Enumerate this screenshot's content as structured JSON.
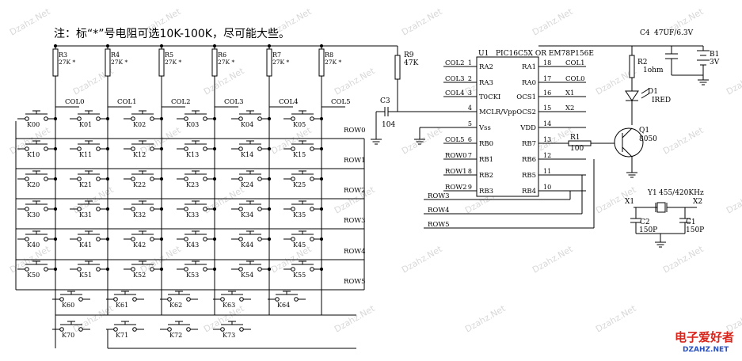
{
  "note": "注：标“*”号电阻可选10K-100K，尽可能大些。",
  "watermark": "Dzahz.Net",
  "logo": {
    "cn": "电子爱好者",
    "url": "DZAHZ.NET"
  },
  "colors": {
    "line": "#000000",
    "background": "#ffffff",
    "watermark": "#d8d8d8",
    "logo_red": "#d9261c",
    "logo_blue": "#2a52be"
  },
  "pullups": [
    {
      "ref": "R3",
      "value": "27K *",
      "col": "COL0"
    },
    {
      "ref": "R4",
      "value": "27K *",
      "col": "COL1"
    },
    {
      "ref": "R5",
      "value": "27K *",
      "col": "COL2"
    },
    {
      "ref": "R6",
      "value": "27K *",
      "col": "COL3"
    },
    {
      "ref": "R7",
      "value": "27K *",
      "col": "COL4"
    },
    {
      "ref": "R8",
      "value": "27K *",
      "col": "COL5"
    }
  ],
  "rows": [
    "ROW0",
    "ROW1",
    "ROW2",
    "ROW3",
    "ROW4",
    "ROW5"
  ],
  "keys": [
    [
      "K00",
      "K01",
      "K02",
      "K03",
      "K04",
      "K05"
    ],
    [
      "K10",
      "K11",
      "K12",
      "K13",
      "K14",
      "K15"
    ],
    [
      "K20",
      "K21",
      "K22",
      "K23",
      "K24",
      "K25"
    ],
    [
      "K30",
      "K31",
      "K32",
      "K33",
      "K34",
      "K35"
    ],
    [
      "K40",
      "K41",
      "K42",
      "K43",
      "K44",
      "K45"
    ],
    [
      "K50",
      "K51",
      "K52",
      "K53",
      "K54",
      "K55"
    ],
    [
      "K60",
      "K61",
      "K62",
      "K63",
      "K64"
    ],
    [
      "K70",
      "K71",
      "K72",
      "K73"
    ]
  ],
  "mcu": {
    "ref": "U1",
    "part": "PIC16C5X OR EM78P156E",
    "left_pins": [
      {
        "net": "COL2",
        "name": "RA2",
        "num": "1"
      },
      {
        "net": "COL3",
        "name": "RA3",
        "num": "2"
      },
      {
        "net": "COL4",
        "name": "T0CKI",
        "num": "3"
      },
      {
        "net": "",
        "name": "MCLR/Vpp",
        "num": "4"
      },
      {
        "net": "",
        "name": "Vss",
        "num": "5"
      },
      {
        "net": "COL5",
        "name": "RB0",
        "num": "6"
      },
      {
        "net": "ROW0",
        "name": "RB1",
        "num": "7"
      },
      {
        "net": "ROW1",
        "name": "RB2",
        "num": "8"
      },
      {
        "net": "ROW2",
        "name": "RB3",
        "num": "9"
      }
    ],
    "right_pins": [
      {
        "num": "18",
        "name": "RA1",
        "net": "COL1"
      },
      {
        "num": "17",
        "name": "RA0",
        "net": "COL0"
      },
      {
        "num": "16",
        "name": "OCS1",
        "net": "X1"
      },
      {
        "num": "15",
        "name": "OCS2",
        "net": "X2"
      },
      {
        "num": "14",
        "name": "VDD",
        "net": ""
      },
      {
        "num": "13",
        "name": "RB7",
        "net": ""
      },
      {
        "num": "12",
        "name": "RB6",
        "net": ""
      },
      {
        "num": "11",
        "name": "RB5",
        "net": ""
      },
      {
        "num": "10",
        "name": "RB4",
        "net": ""
      }
    ]
  },
  "bottom_nets": [
    "ROW3",
    "ROW4",
    "ROW5"
  ],
  "parts": {
    "r9": {
      "ref": "R9",
      "value": "47K"
    },
    "c3": {
      "ref": "C3",
      "value": "104"
    },
    "c4": {
      "ref": "C4",
      "value": "47UF/6.3V"
    },
    "b1": {
      "ref": "B1",
      "value": "3V"
    },
    "r2": {
      "ref": "R2",
      "value": "1ohm"
    },
    "d1": {
      "ref": "D1",
      "value": "IRED"
    },
    "r1": {
      "ref": "R1",
      "value": "100"
    },
    "q1": {
      "ref": "Q1",
      "value": "8050"
    },
    "y1": {
      "ref": "Y1",
      "value": "455/420KHz",
      "x1": "X1",
      "x2": "X2"
    },
    "c2": {
      "ref": "C2",
      "value": "150P"
    },
    "c1": {
      "ref": "C1",
      "value": "150P"
    }
  }
}
